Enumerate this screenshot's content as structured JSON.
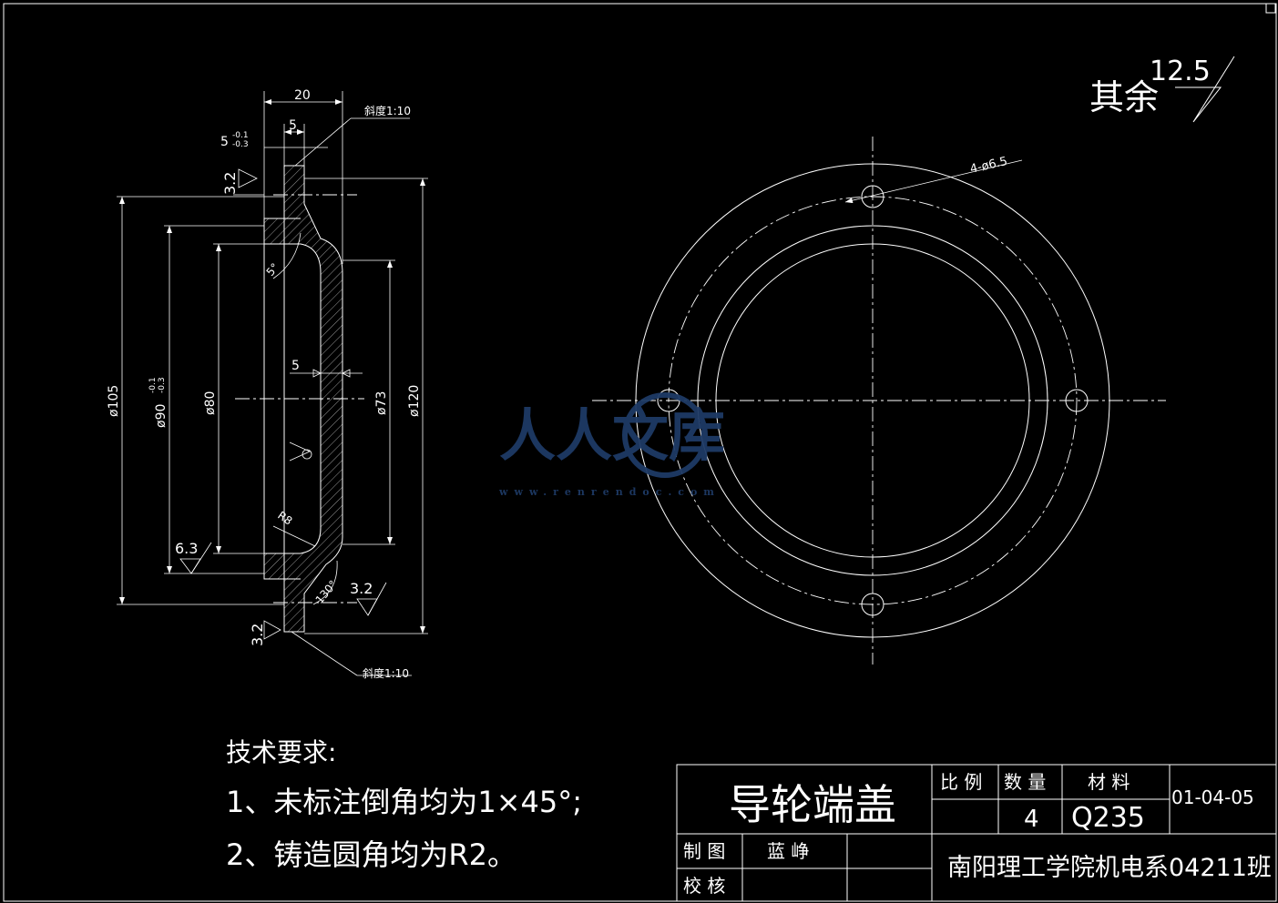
{
  "drawing": {
    "roughness_note": {
      "prefix": "其余",
      "value": "12.5"
    },
    "section_view": {
      "dims": {
        "width_total": "20",
        "width_flange": "5",
        "width_tol_main": "5",
        "width_tol_upper": "-0.1",
        "width_tol_lower": "-0.3",
        "wall": "5",
        "d105": "ø105",
        "d90": "ø90",
        "d90_tol_upper": "-0.1",
        "d90_tol_lower": "-0.3",
        "d80": "ø80",
        "d73": "ø73",
        "d120": "ø120",
        "angle_5": "5°",
        "angle_130": "130°",
        "radius": "R8",
        "taper_top": "斜度1:10",
        "taper_bottom": "斜度1:10"
      },
      "roughness": {
        "top_left": "3.2",
        "left": "6.3",
        "right": "3.2",
        "bottom_left": "3.2"
      }
    },
    "front_view": {
      "holes": "4-ø6.5"
    },
    "tech_req": {
      "title": "技术要求:",
      "items": [
        "1、未标注倒角均为1×45°;",
        "2、铸造圆角均为R2。"
      ]
    },
    "title_block": {
      "part_name": "导轮端盖",
      "scale_label": "比 例",
      "qty_label": "数 量",
      "material_label": "材 料",
      "drawing_no": "01-04-05",
      "scale_value": "",
      "qty_value": "4",
      "material_value": "Q235",
      "drawn_label": "制 图",
      "drawn_by": "蓝 峥",
      "checked_label": "校 核",
      "school": "南阳理工学院机电系04211班"
    },
    "watermark": {
      "text": "人人文库",
      "url": "www.renrendoc.com"
    }
  }
}
